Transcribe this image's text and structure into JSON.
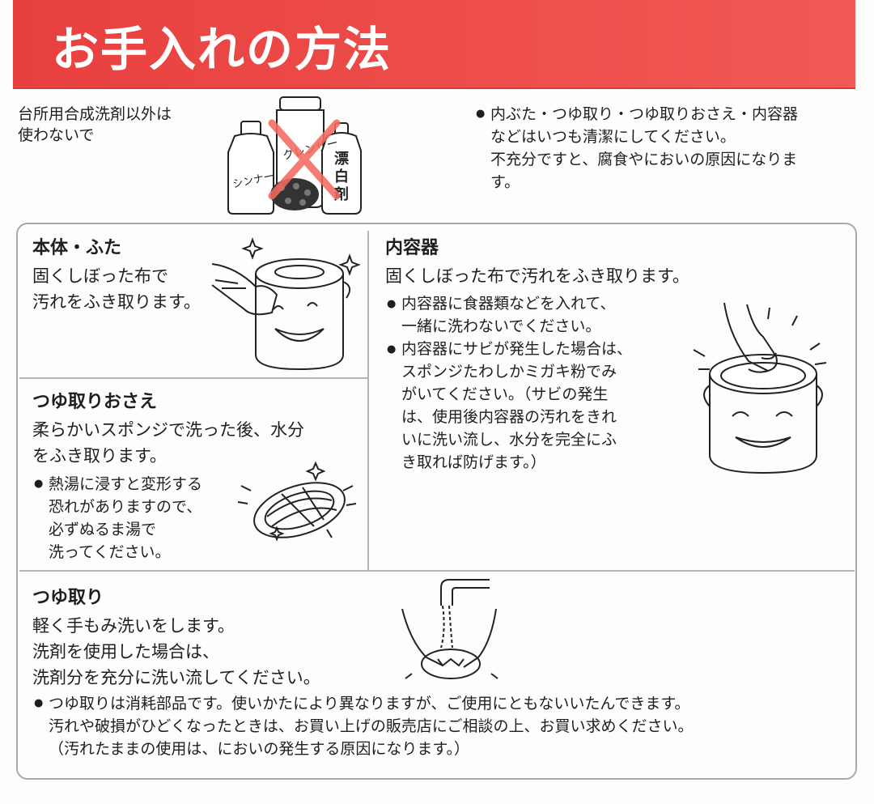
{
  "header": {
    "title": "お手入れの方法"
  },
  "warning": {
    "lines": [
      "台所用合成洗剤以外は",
      "使わないで"
    ],
    "product_labels": [
      "クレンザー",
      "シンナー",
      "漂白剤"
    ]
  },
  "notice": {
    "bullet": "●",
    "lines": [
      "内ぶた・つゆ取り・つゆ取りおさえ・内容器",
      "などはいつも清潔にしてください。",
      "不充分ですと、腐食やにおいの原因になりま",
      "す。"
    ]
  },
  "sections": {
    "body_lid": {
      "heading": "本体・ふた",
      "lines": [
        "固くしぼった布で",
        "汚れをふき取ります。"
      ]
    },
    "inner_container": {
      "heading": "内容器",
      "intro": "固くしぼった布で汚れをふき取ります。",
      "bullets": [
        {
          "lines": [
            "内容器に食器類などを入れて、",
            "一緒に洗わないでください。"
          ]
        },
        {
          "lines": [
            "内容器にサビが発生した場合は、",
            "スポンジたわしかミガキ粉でみ",
            "がいてください。（サビの発生",
            "は、使用後内容器の汚れをきれ",
            "いに洗い流し、水分を完全にふ",
            "き取れば防げます。）"
          ]
        }
      ]
    },
    "tsuyu_holder": {
      "heading": "つゆ取りおさえ",
      "lines": [
        "柔らかいスポンジで洗った後、水分",
        "をふき取ります。"
      ],
      "bullet_lines": [
        "熱湯に浸すと変形する",
        "恐れがありますので、",
        "必ずぬるま湯で",
        "洗ってください。"
      ]
    },
    "tsuyu_tray": {
      "heading": "つゆ取り",
      "lines": [
        "軽く手もみ洗いをします。",
        "洗剤を使用した場合は、",
        "洗剤分を充分に洗い流してください。"
      ],
      "bullet_lines": [
        "つゆ取りは消耗部品です。使いかたにより異なりますが、ご使用にともないいたんできます。",
        "汚れや破損がひどくなったときは、お買い上げの販売店にご相談の上、お買い求めください。",
        "（汚れたままの使用は、においの発生する原因になります。）"
      ]
    }
  }
}
